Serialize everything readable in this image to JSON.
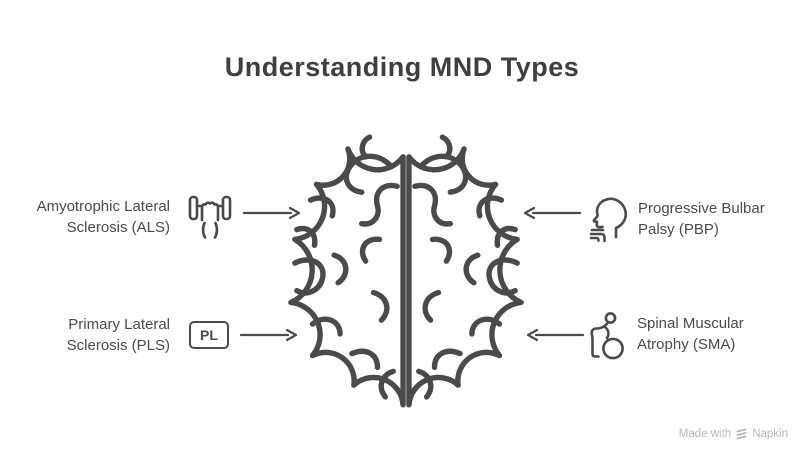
{
  "title": "Understanding MND Types",
  "colors": {
    "ink": "#4a4a4a",
    "title": "#3f3f3f",
    "background": "#ffffff",
    "watermark": "#b4b7ba"
  },
  "diagram": {
    "center_image": "brain-top-view",
    "nodes": [
      {
        "id": "als",
        "label_line1": "Amyotrophic Lateral",
        "label_line2": "Sclerosis (ALS)",
        "icon": "hand-dumbbell-icon",
        "side": "left",
        "row": "top",
        "arrow_direction": "right"
      },
      {
        "id": "pbp",
        "label_line1": "Progressive Bulbar",
        "label_line2": "Palsy (PBP)",
        "icon": "head-throat-icon",
        "side": "right",
        "row": "top",
        "arrow_direction": "left"
      },
      {
        "id": "pls",
        "label_line1": "Primary Lateral",
        "label_line2": "Sclerosis (PLS)",
        "icon": "pl-badge-icon",
        "badge_text": "PL",
        "side": "left",
        "row": "bottom",
        "arrow_direction": "right"
      },
      {
        "id": "sma",
        "label_line1": "Spinal Muscular",
        "label_line2": "Atrophy (SMA)",
        "icon": "person-exercise-ball-icon",
        "side": "right",
        "row": "bottom",
        "arrow_direction": "left"
      }
    ]
  },
  "footer": {
    "credit": "Made with",
    "brand": "Napkin",
    "logo": "napkin-logo-icon"
  }
}
